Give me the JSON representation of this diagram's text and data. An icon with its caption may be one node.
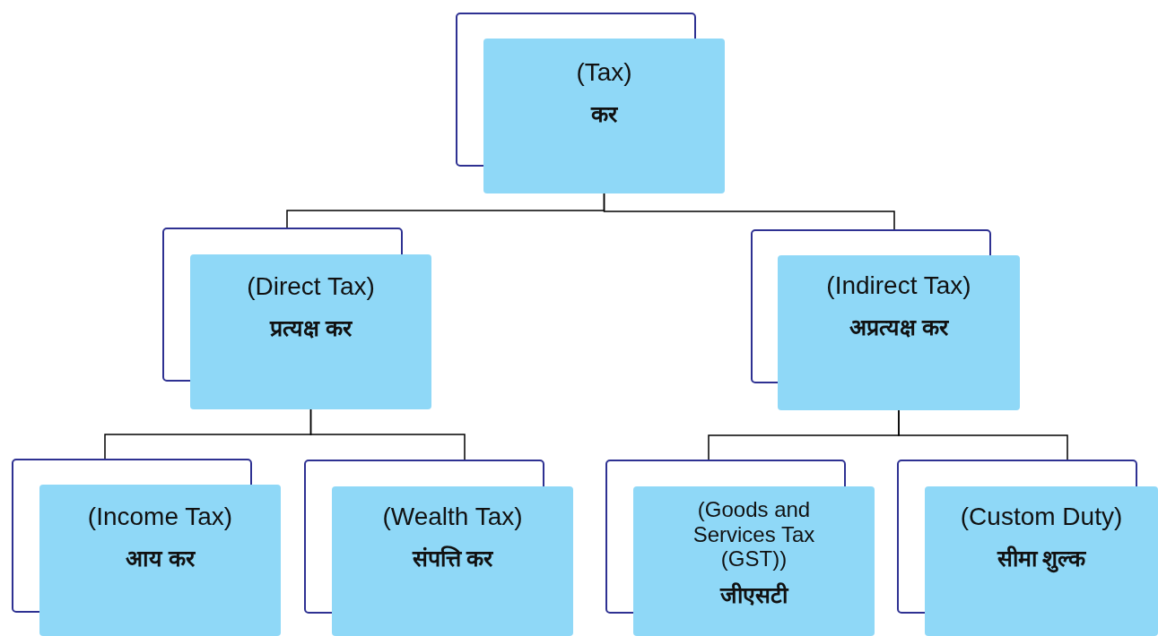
{
  "diagram": {
    "nodes": [
      {
        "text": [
          "(Tax)",
          "कर"
        ]
      },
      {
        "text": [
          "(Direct Tax)",
          "प्रत्यक्ष कर"
        ]
      },
      {
        "text": [
          "(Indirect Tax)",
          "अप्रत्यक्ष कर"
        ]
      },
      {
        "text": [
          "(Income Tax)",
          "आय कर"
        ]
      },
      {
        "text": [
          "(Wealth Tax)",
          "संपत्ति कर"
        ]
      },
      {
        "text": [
          "(Goods and Services Tax (GST))",
          "जीएसटी"
        ]
      },
      {
        "text": [
          "(Custom Duty)",
          "सीमा शुल्क"
        ]
      }
    ],
    "edges": [
      {
        "from": 0,
        "to": 1,
        "arrow": "none"
      },
      {
        "from": 0,
        "to": 2,
        "arrow": "none"
      },
      {
        "from": 1,
        "to": 3,
        "arrow": "none"
      },
      {
        "from": 1,
        "to": 4,
        "arrow": "none"
      },
      {
        "from": 2,
        "to": 5,
        "arrow": "none"
      },
      {
        "from": 2,
        "to": 6,
        "arrow": "none"
      }
    ]
  }
}
